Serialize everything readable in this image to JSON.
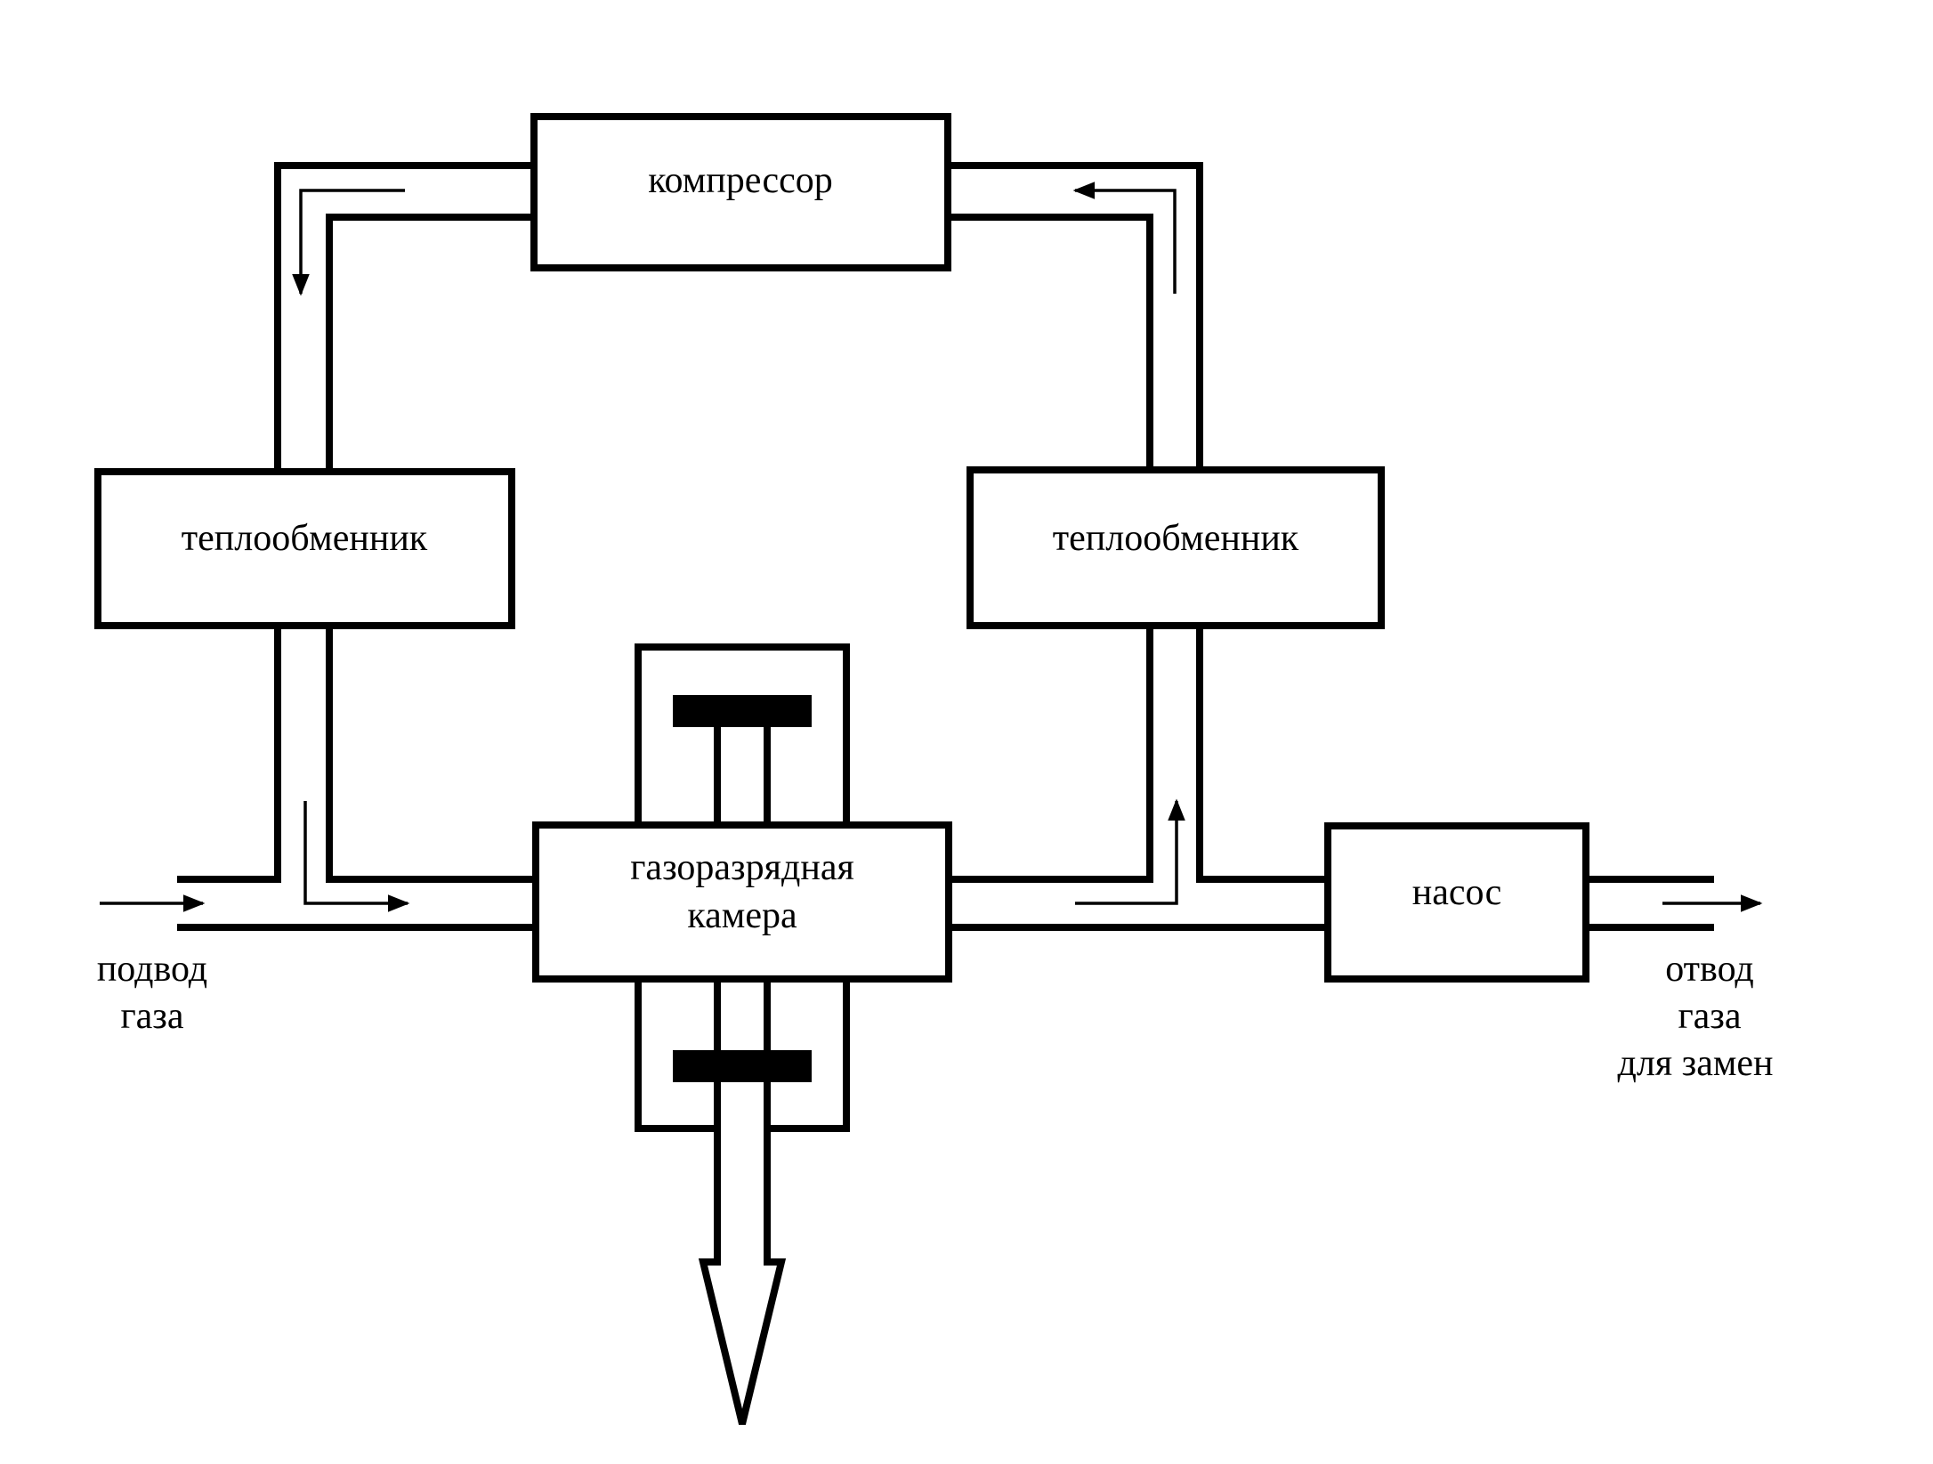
{
  "blocks": {
    "compressor": "компрессор",
    "heat_exchanger_left": "теплообменник",
    "heat_exchanger_right": "теплообменник",
    "chamber_line1": "газоразрядная",
    "chamber_line2": "камера",
    "pump": "насос"
  },
  "labels": {
    "inlet_line1": "подвод",
    "inlet_line2": "газа",
    "outlet_line1": "отвод",
    "outlet_line2": "газа",
    "outlet_line3": "для замен"
  }
}
